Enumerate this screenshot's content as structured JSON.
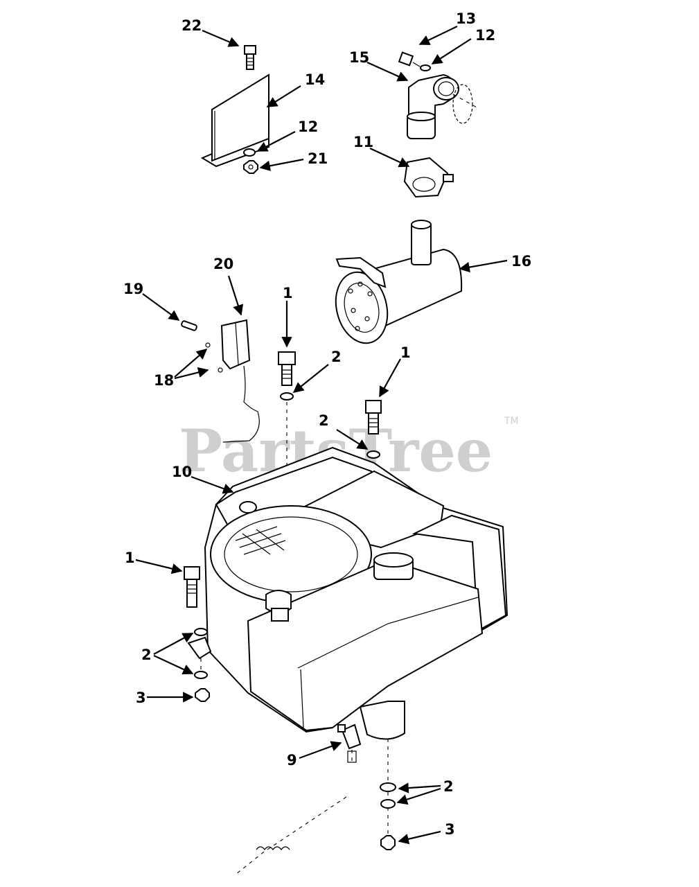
{
  "watermark": {
    "brand": "PartsTree",
    "trademark": "TM"
  },
  "callouts": {
    "c22": "22",
    "c13": "13",
    "c12a": "12",
    "c15": "15",
    "c14": "14",
    "c12b": "12",
    "c21": "21",
    "c11": "11",
    "c20": "20",
    "c16": "16",
    "c19": "19",
    "c1a": "1",
    "c2a": "2",
    "c1b": "1",
    "c18": "18",
    "c2b": "2",
    "c10": "10",
    "c1c": "1",
    "c2c": "2",
    "c3a": "3",
    "c9": "9",
    "c2d": "2",
    "c3b": "3"
  }
}
